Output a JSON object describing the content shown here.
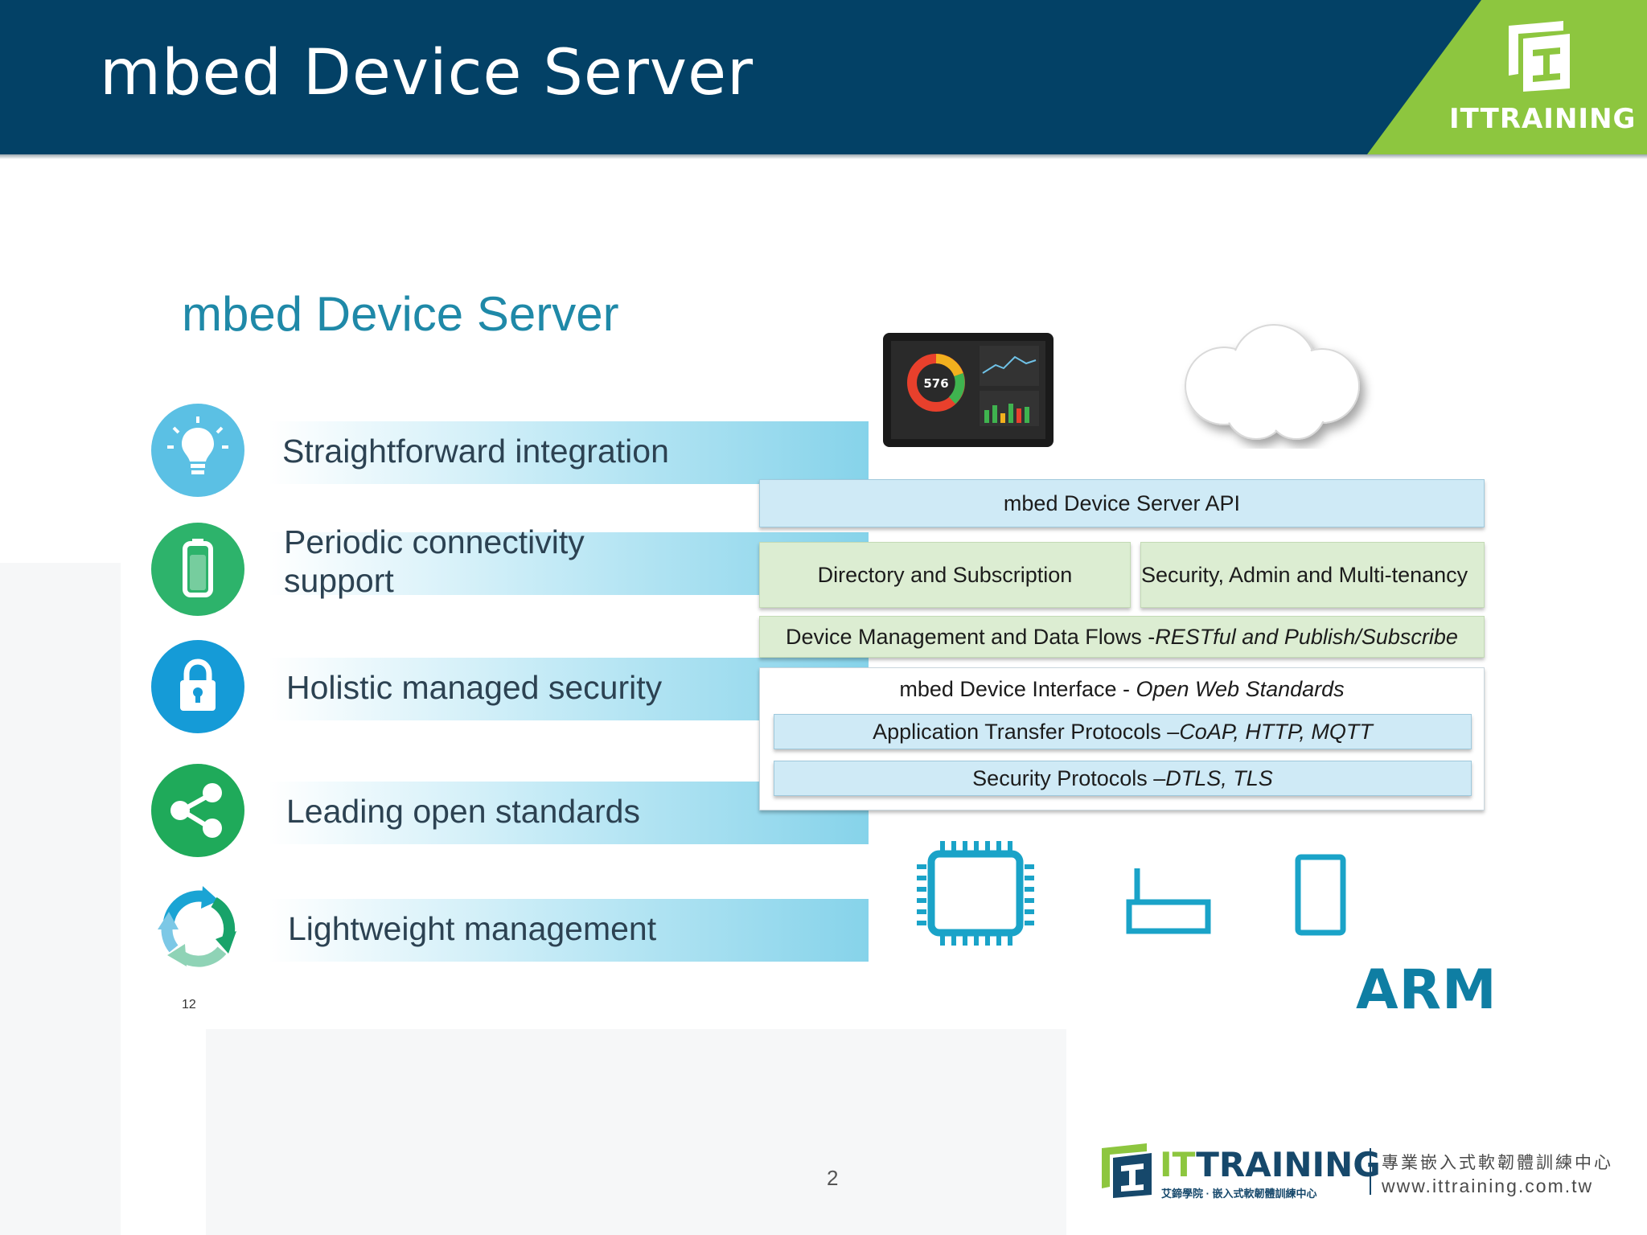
{
  "header": {
    "title": "mbed Device Server",
    "brand": "ITTRAINING",
    "colors": {
      "bar": "#034166",
      "accent": "#8dc63f"
    }
  },
  "slide": {
    "heading": "mbed Device Server",
    "features": [
      {
        "label": "Straightforward integration",
        "icon": "lightbulb-icon",
        "color": "#5bc0e4"
      },
      {
        "label_line1": "Periodic connectivity",
        "label_line2": "support",
        "icon": "battery-icon",
        "color": "#2db36b"
      },
      {
        "label": "Holistic managed security",
        "icon": "lock-icon",
        "color": "#159bd7"
      },
      {
        "label": "Leading open standards",
        "icon": "share-icon",
        "color": "#1faa5a"
      },
      {
        "label": "Lightweight management",
        "icon": "cycle-arrows-icon",
        "color": "#1aa4d4"
      }
    ],
    "small_number": "12",
    "diagram": {
      "tablet_value": "576",
      "api": "mbed Device Server API",
      "directory": "Directory and Subscription",
      "security_admin": "Security, Admin and Multi-tenancy",
      "device_mgmt": "Device Management and Data Flows - ",
      "device_mgmt_em": "RESTful and Publish/Subscribe",
      "interface": "mbed Device Interface - ",
      "interface_em": "Open Web Standards",
      "transfer": "Application Transfer Protocols – ",
      "transfer_em": "CoAP, HTTP, MQTT",
      "security_protocols": "Security Protocols – ",
      "security_protocols_em": "DTLS, TLS",
      "devices": [
        "chip-icon",
        "router-icon",
        "phone-icon"
      ],
      "vendor": "ARM"
    }
  },
  "footer": {
    "page_number": "2",
    "brand_it": "IT",
    "brand_rest": "TRAINING",
    "brand_sub": "艾鍗學院 · 嵌入式軟韌體訓練中心",
    "cn_title": "專業嵌入式軟韌體訓練中心",
    "url": "www.ittraining.com.tw"
  }
}
